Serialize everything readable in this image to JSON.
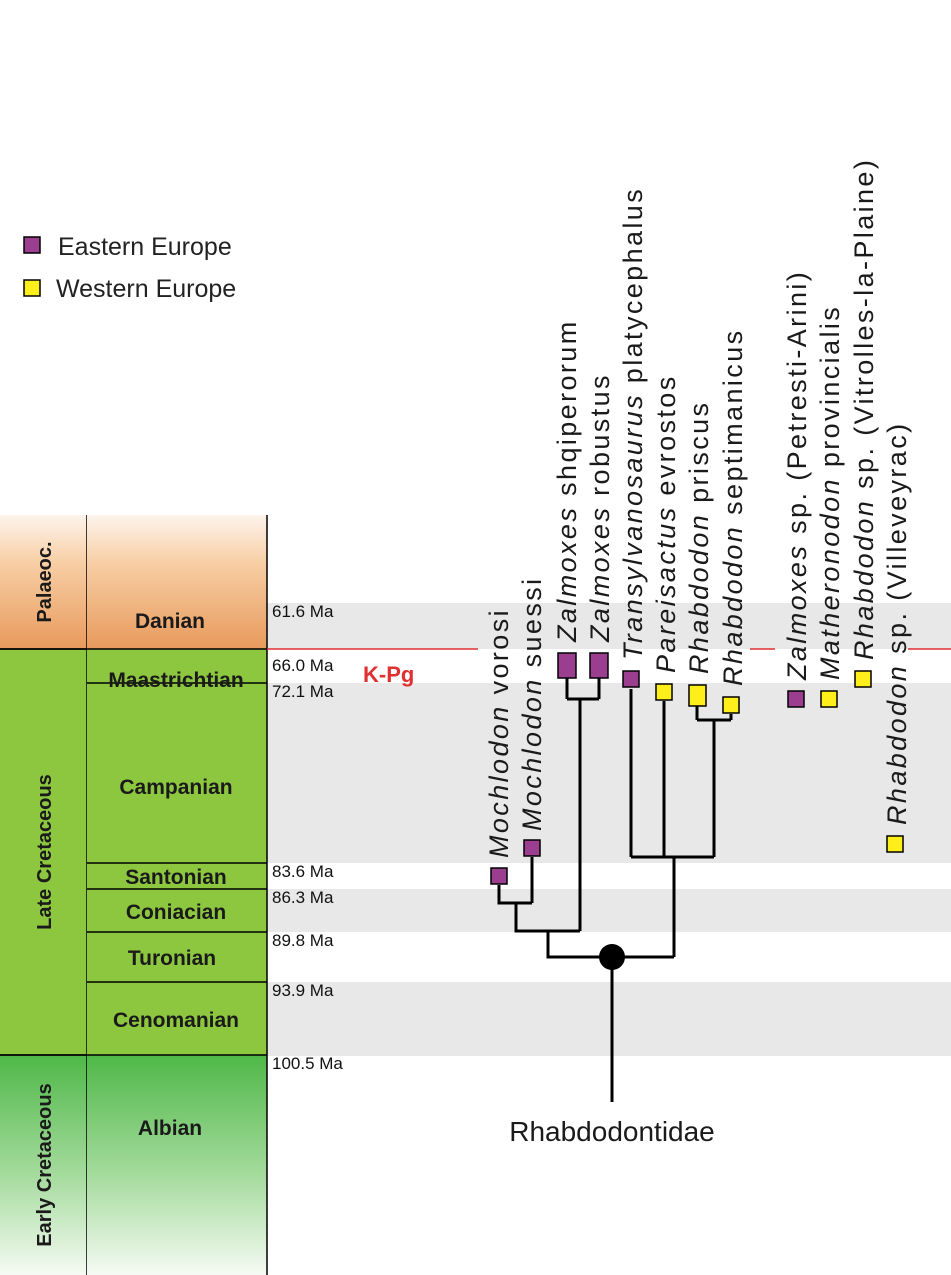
{
  "legend": {
    "eastern": {
      "label": "Eastern Europe",
      "color": "#9b3e8f"
    },
    "western": {
      "label": "Western Europe",
      "color": "#ffee1a"
    }
  },
  "timescale": {
    "epochs": [
      "Palaeoc.",
      "Late Cretaceous",
      "Early Cretaceous"
    ],
    "stages": [
      "Danian",
      "Maastrichtian",
      "Campanian",
      "Santonian",
      "Coniacian",
      "Turonian",
      "Cenomanian",
      "Albian"
    ],
    "ages": [
      "61.6 Ma",
      "66.0 Ma",
      "72.1 Ma",
      "83.6 Ma",
      "86.3 Ma",
      "89.8 Ma",
      "93.9 Ma",
      "100.5 Ma"
    ]
  },
  "boundary_label": "K-Pg",
  "clade_label": "Rhabdodontidae",
  "taxa": [
    {
      "genus": "Mochlodon",
      "rest": " vorosi",
      "region": "eastern"
    },
    {
      "genus": "Mochlodon",
      "rest": " suessi",
      "region": "eastern"
    },
    {
      "genus": "Zalmoxes",
      "rest": " shqiperorum",
      "region": "eastern"
    },
    {
      "genus": "Zalmoxes",
      "rest": " robustus",
      "region": "eastern"
    },
    {
      "genus": "Transylvanosaurus",
      "rest": " platycephalus",
      "region": "eastern"
    },
    {
      "genus": "Pareisactus",
      "rest": " evrostos",
      "region": "western"
    },
    {
      "genus": "Rhabdodon",
      "rest": " priscus",
      "region": "western"
    },
    {
      "genus": "Rhabdodon",
      "rest": " septimanicus",
      "region": "western"
    }
  ],
  "unplaced": [
    {
      "genus": "Zalmoxes",
      "rest": " sp. (Petresti-Arini)",
      "region": "eastern"
    },
    {
      "genus": "Matheronodon",
      "rest": " provincialis",
      "region": "western"
    },
    {
      "genus": "Rhabdodon",
      "rest": " sp. (Vitrolles-la-Plaine)",
      "region": "western"
    },
    {
      "genus": "Rhabdodon",
      "rest": " sp. (Villeveyrac)",
      "region": "western"
    }
  ]
}
